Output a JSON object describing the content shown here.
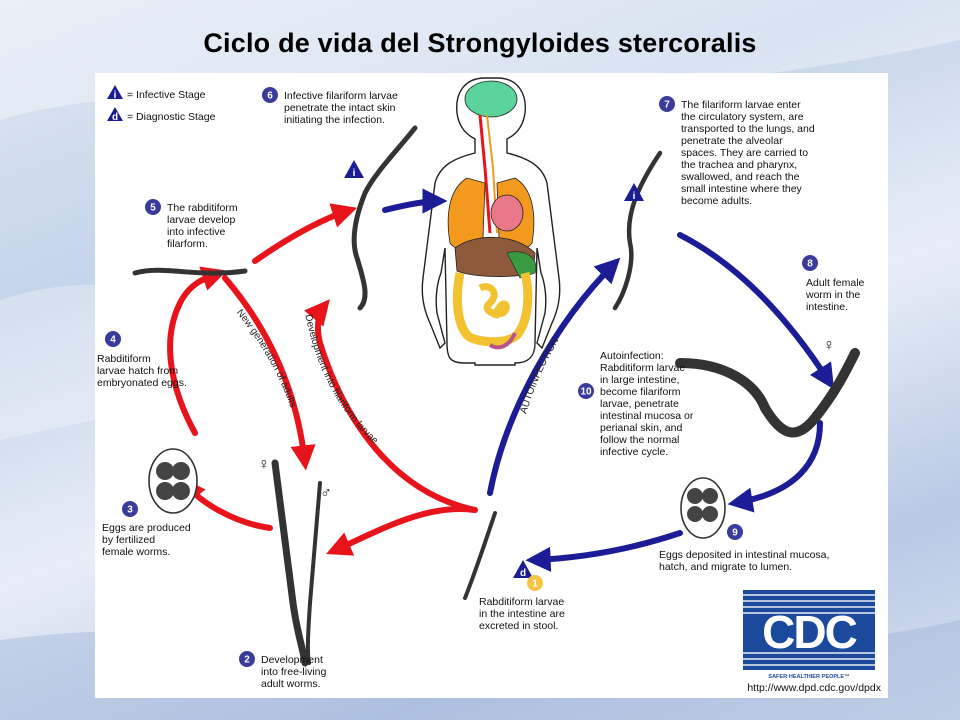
{
  "title": "Ciclo de vida del Strongyloides stercoralis",
  "legend": {
    "infective_symbol": "i",
    "infective_label": "= Infective Stage",
    "diagnostic_symbol": "d",
    "diagnostic_label": "= Diagnostic Stage"
  },
  "steps": [
    {
      "num": "1",
      "lines": [
        "Rabditiform larvae",
        "in the intestine are",
        "excreted in stool."
      ]
    },
    {
      "num": "2",
      "lines": [
        "Development",
        "into free-living",
        "adult worms."
      ]
    },
    {
      "num": "3",
      "lines": [
        "Eggs are produced",
        "by fertilized",
        "female worms."
      ]
    },
    {
      "num": "4",
      "lines": [
        "Rabditiform",
        "larvae hatch from",
        "embryonated eggs."
      ]
    },
    {
      "num": "5",
      "lines": [
        "The rabditiform",
        "larvae develop",
        "into infective",
        "filarform."
      ]
    },
    {
      "num": "6",
      "lines": [
        "Infective filariform larvae",
        "penetrate the intact skin",
        "initiating the infection."
      ]
    },
    {
      "num": "7",
      "lines": [
        "The filariform larvae enter",
        "the circulatory system, are",
        "transported to the lungs, and",
        "penetrate the alveolar",
        "spaces.  They are carried to",
        "the trachea and pharynx,",
        "swallowed, and reach the",
        "small intestine where they",
        "become adults."
      ]
    },
    {
      "num": "8",
      "lines": [
        "Adult female",
        "worm in the",
        "intestine."
      ]
    },
    {
      "num": "9",
      "lines": [
        "Eggs deposited in intestinal mucosa,",
        "hatch, and migrate to lumen."
      ]
    },
    {
      "num": "10",
      "lines": [
        "Autoinfection:",
        "Rabditiform larvae",
        "in large intestine,",
        "become filariform",
        "larvae, penetrate",
        "intestinal mucosa or",
        "perianal skin, and",
        "follow the normal",
        "infective cycle."
      ]
    }
  ],
  "arrow_labels": {
    "new_generation": "New generation of adults",
    "development_filariform": "Development into filariform larvae",
    "autoinfection": "AUTOINFECTION"
  },
  "sex_symbols": {
    "female": "♀",
    "male": "♂"
  },
  "colors": {
    "sexual_cycle": "#e8141b",
    "parasitic_cycle": "#1c1c96",
    "number_badge": "#3b3b9c",
    "diagnostic_badge": "#f5c542"
  },
  "logo": {
    "text": "CDC",
    "tagline": "SAFER·HEALTHIER·PEOPLE™",
    "url": "http://www.dpd.cdc.gov/dpdx"
  }
}
